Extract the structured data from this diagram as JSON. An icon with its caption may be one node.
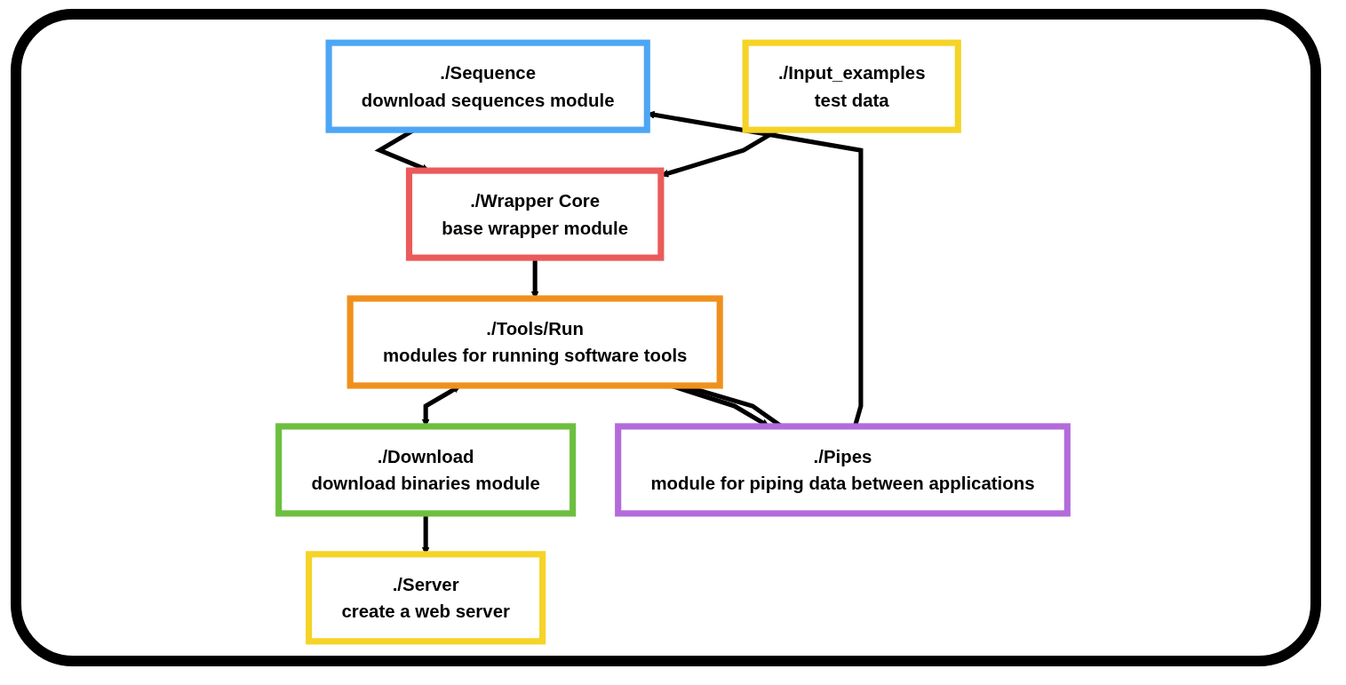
{
  "diagram": {
    "nodes": [
      {
        "text": [
          "./Sequence",
          "download sequences module"
        ]
      },
      {
        "text": [
          "./Input_examples",
          "test data"
        ]
      },
      {
        "text": [
          "./Wrapper Core",
          "base wrapper module"
        ]
      },
      {
        "text": [
          "./Download",
          "download binaries module"
        ]
      },
      {
        "text": [
          "./Tools/Run",
          "modules for running software tools"
        ]
      },
      {
        "text": [
          "./Server",
          "create a web server"
        ]
      },
      {
        "text": [
          "./Pipes",
          "module for piping data between applications"
        ]
      }
    ],
    "edges": [
      {
        "from": 0,
        "to": 2,
        "arrow": "to"
      },
      {
        "from": 1,
        "to": 2,
        "arrow": "to"
      },
      {
        "from": 2,
        "to": 4,
        "arrow": "to"
      },
      {
        "from": 4,
        "to": 3,
        "arrow": "both"
      },
      {
        "from": 3,
        "to": 5,
        "arrow": "to"
      },
      {
        "from": 6,
        "to": 4,
        "arrow": "to"
      },
      {
        "from": 4,
        "to": 6,
        "arrow": "to"
      },
      {
        "from": 6,
        "to": 0,
        "arrow": "to"
      }
    ]
  }
}
